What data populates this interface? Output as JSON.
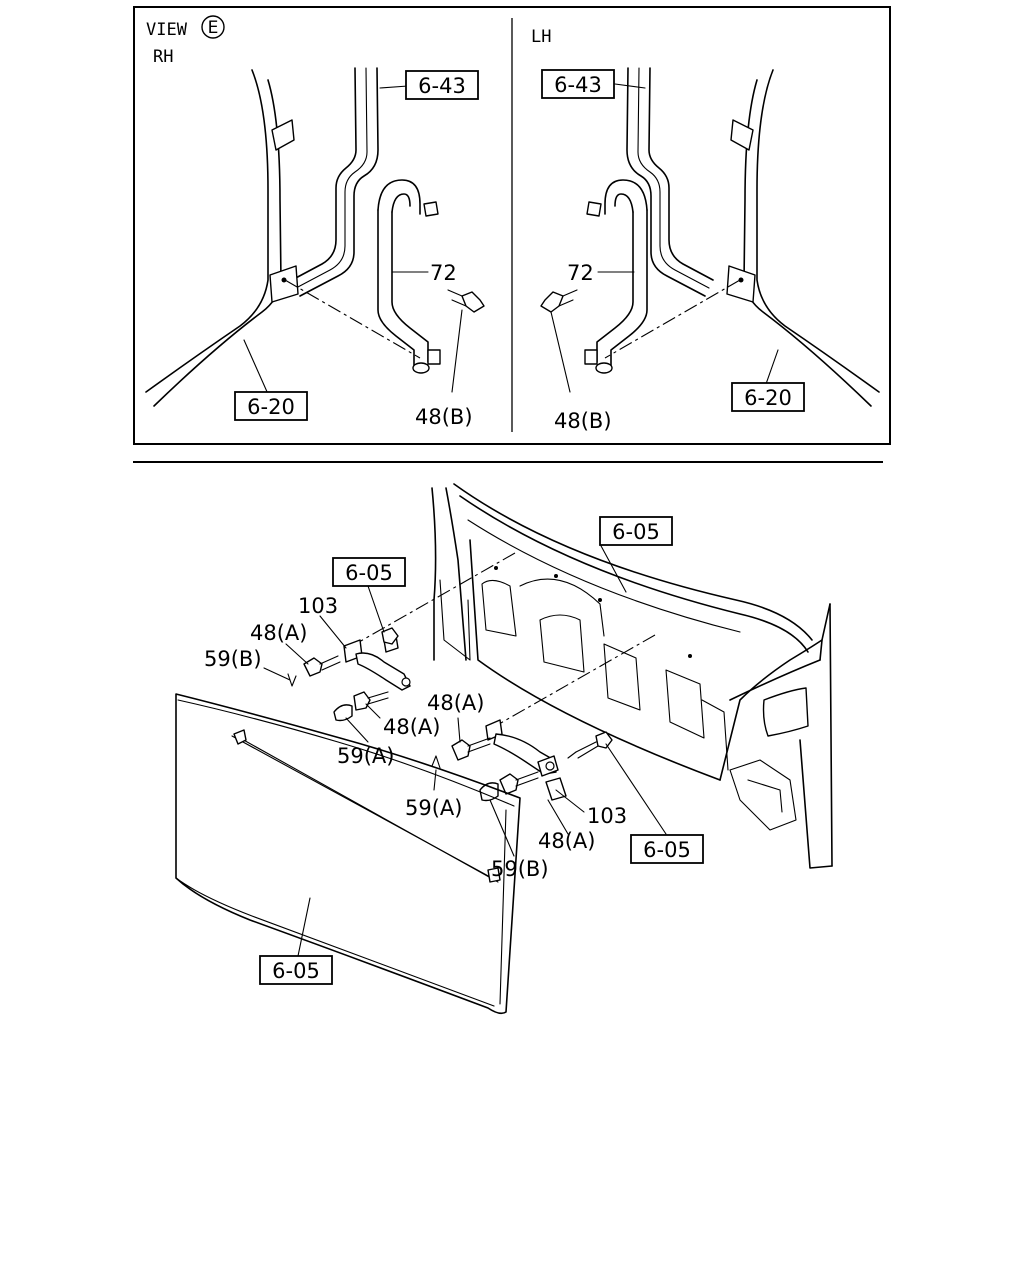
{
  "view_panel": {
    "view_label": "VIEW",
    "view_letter": "E",
    "rh_label": "RH",
    "lh_label": "LH"
  },
  "callouts": {
    "rh_6_43": "6-43",
    "rh_72": "72",
    "rh_6_20": "6-20",
    "rh_48b": "48(B)",
    "lh_6_43": "6-43",
    "lh_72": "72",
    "lh_6_20": "6-20",
    "lh_48b": "48(B)",
    "main_6_05_top": "6-05",
    "main_6_05_upper_left": "6-05",
    "main_103_upper": "103",
    "main_48a_upper": "48(A)",
    "main_59b_upper": "59(B)",
    "main_48a_mid_left": "48(A)",
    "main_59a_upper": "59(A)",
    "main_48a_mid": "48(A)",
    "main_59a_lower": "59(A)",
    "main_103_lower": "103",
    "main_48a_lower": "48(A)",
    "main_6_05_right": "6-05",
    "main_59b_lower": "59(B)",
    "main_6_05_bottom": "6-05"
  }
}
